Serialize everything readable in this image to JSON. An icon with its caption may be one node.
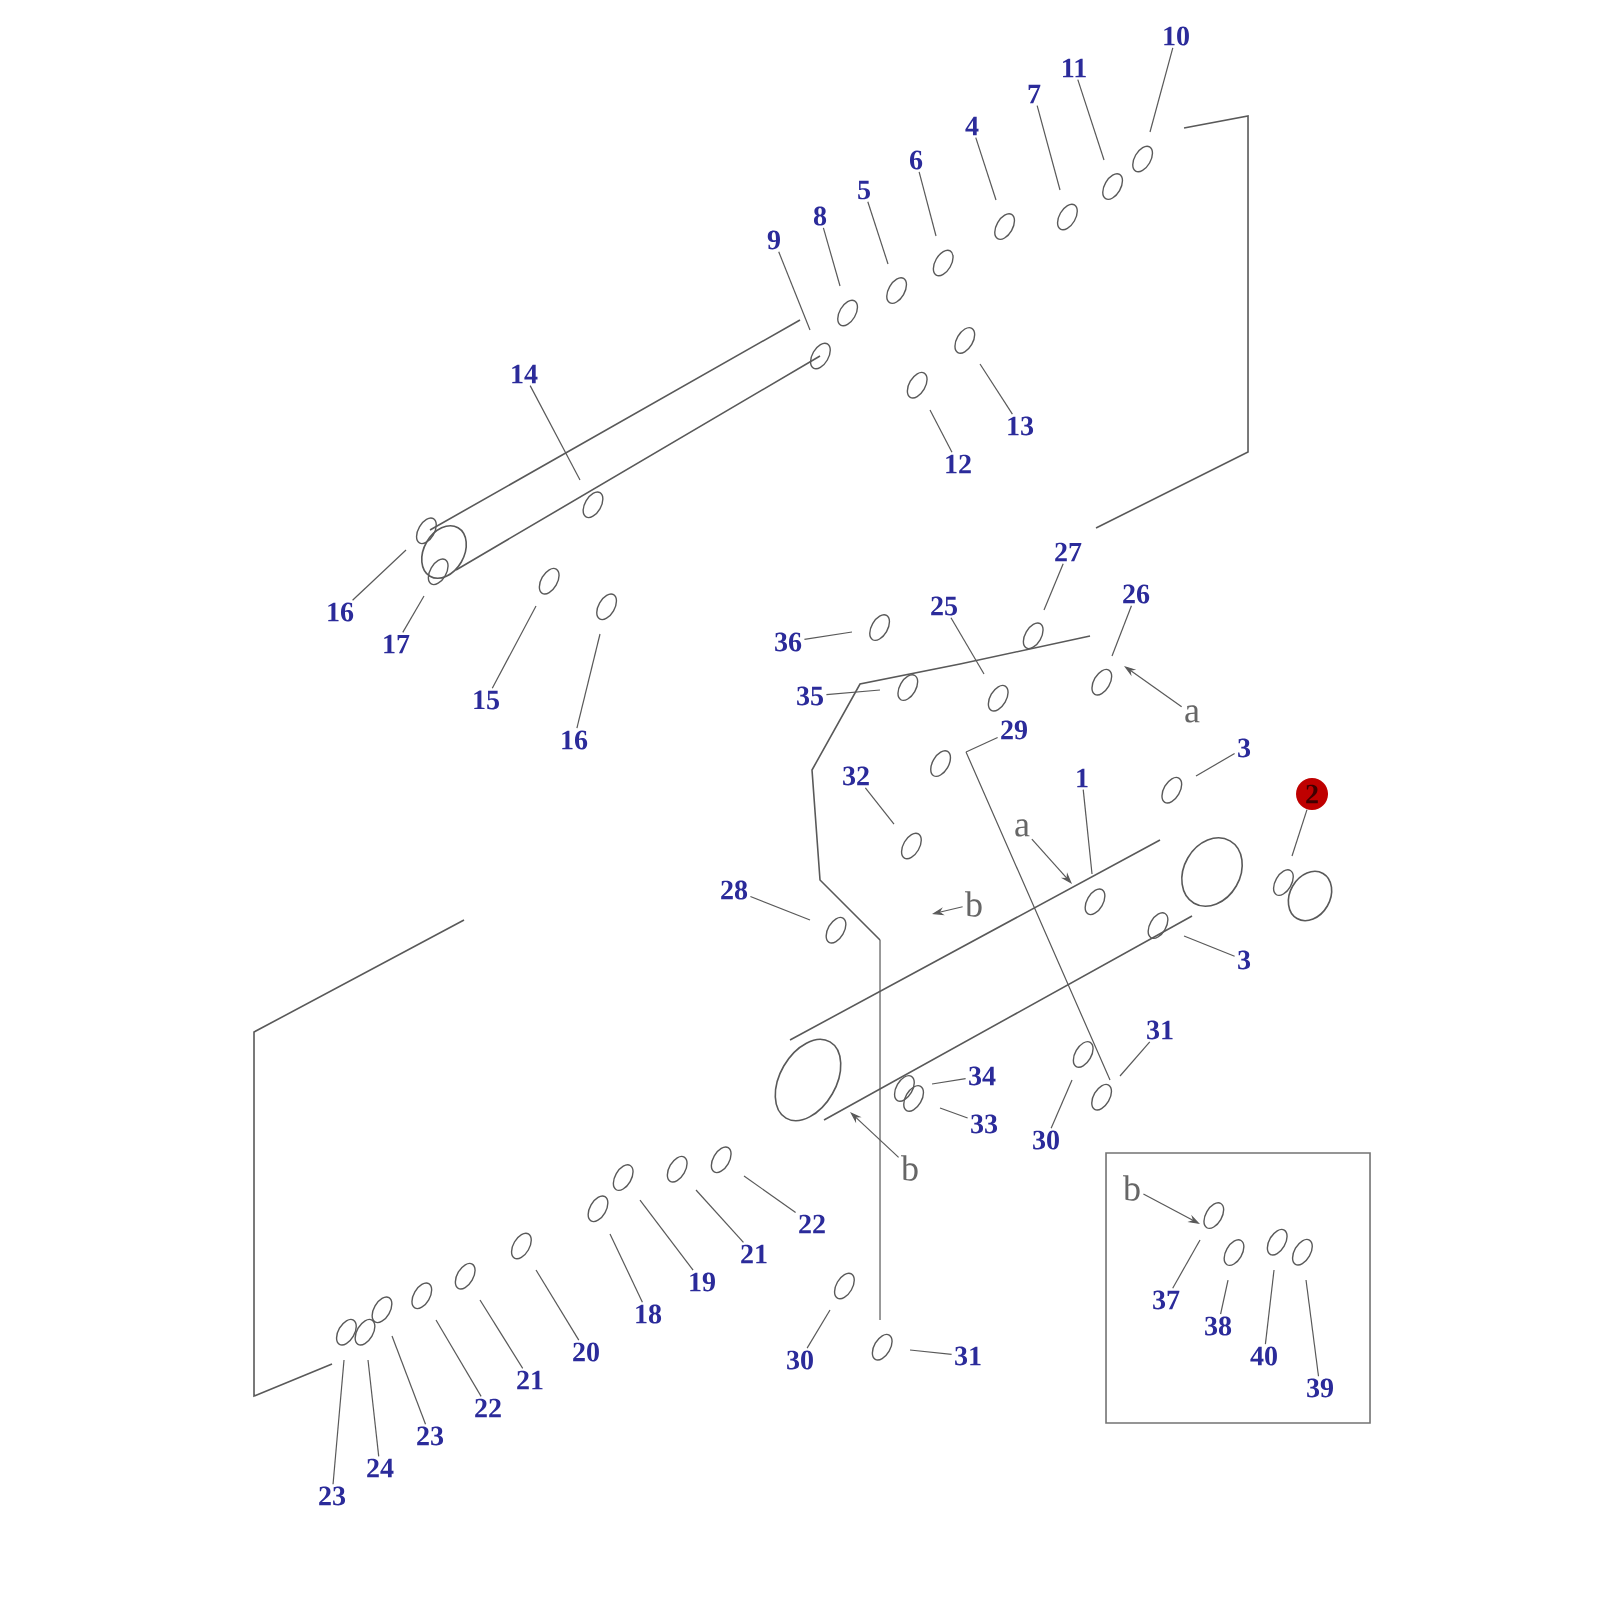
{
  "diagram": {
    "nodes": [
      {
        "text": [
          "10"
        ]
      },
      {
        "text": [
          "11"
        ]
      },
      {
        "text": [
          "7"
        ]
      },
      {
        "text": [
          "4"
        ]
      },
      {
        "text": [
          "6"
        ]
      },
      {
        "text": [
          "5"
        ]
      },
      {
        "text": [
          "8"
        ]
      },
      {
        "text": [
          "9"
        ]
      },
      {
        "text": [
          "14"
        ]
      },
      {
        "text": [
          "13"
        ]
      },
      {
        "text": [
          "12"
        ]
      },
      {
        "text": [
          "16"
        ]
      },
      {
        "text": [
          "17"
        ]
      },
      {
        "text": [
          "15"
        ]
      },
      {
        "text": [
          "16"
        ]
      },
      {
        "text": [
          "27"
        ]
      },
      {
        "text": [
          "26"
        ]
      },
      {
        "text": [
          "25"
        ]
      },
      {
        "text": [
          "36"
        ]
      },
      {
        "text": [
          "35"
        ]
      },
      {
        "text": [
          "a"
        ]
      },
      {
        "text": [
          "29"
        ]
      },
      {
        "text": [
          "32"
        ]
      },
      {
        "text": [
          "1"
        ]
      },
      {
        "text": [
          "3"
        ]
      },
      {
        "text": [
          "2"
        ]
      },
      {
        "text": [
          "a"
        ]
      },
      {
        "text": [
          "28"
        ]
      },
      {
        "text": [
          "b"
        ]
      },
      {
        "text": [
          "3"
        ]
      },
      {
        "text": [
          "31"
        ]
      },
      {
        "text": [
          "34"
        ]
      },
      {
        "text": [
          "33"
        ]
      },
      {
        "text": [
          "b"
        ]
      },
      {
        "text": [
          "30"
        ]
      },
      {
        "text": [
          "22"
        ]
      },
      {
        "text": [
          "21"
        ]
      },
      {
        "text": [
          "19"
        ]
      },
      {
        "text": [
          "18"
        ]
      },
      {
        "text": [
          "20"
        ]
      },
      {
        "text": [
          "30"
        ]
      },
      {
        "text": [
          "31"
        ]
      },
      {
        "text": [
          "21"
        ]
      },
      {
        "text": [
          "22"
        ]
      },
      {
        "text": [
          "23"
        ]
      },
      {
        "text": [
          "24"
        ]
      },
      {
        "text": [
          "23"
        ]
      },
      {
        "text": [],
        "shape": "box"
      },
      {
        "text": [
          "b"
        ],
        "in": 47
      },
      {
        "text": [
          "37"
        ],
        "in": 47
      },
      {
        "text": [
          "38"
        ],
        "in": 47
      },
      {
        "text": [
          "40"
        ],
        "in": 47
      },
      {
        "text": [
          "39"
        ],
        "in": 47
      }
    ],
    "edges": [
      {
        "from": 0,
        "to": null,
        "arrow": "none"
      },
      {
        "from": 1,
        "to": null,
        "arrow": "none"
      },
      {
        "from": 2,
        "to": null,
        "arrow": "none"
      },
      {
        "from": 3,
        "to": null,
        "arrow": "none"
      },
      {
        "from": 4,
        "to": null,
        "arrow": "none"
      },
      {
        "from": 5,
        "to": null,
        "arrow": "none"
      },
      {
        "from": 6,
        "to": null,
        "arrow": "none"
      },
      {
        "from": 7,
        "to": null,
        "arrow": "none"
      },
      {
        "from": 8,
        "to": null,
        "arrow": "none"
      },
      {
        "from": 9,
        "to": null,
        "arrow": "none"
      },
      {
        "from": 10,
        "to": null,
        "arrow": "none"
      },
      {
        "from": 11,
        "to": null,
        "arrow": "none"
      },
      {
        "from": 12,
        "to": null,
        "arrow": "none"
      },
      {
        "from": 13,
        "to": null,
        "arrow": "none"
      },
      {
        "from": 14,
        "to": null,
        "arrow": "none"
      },
      {
        "from": 15,
        "to": null,
        "arrow": "none"
      },
      {
        "from": 16,
        "to": null,
        "arrow": "none"
      },
      {
        "from": 17,
        "to": null,
        "arrow": "none"
      },
      {
        "from": 18,
        "to": null,
        "arrow": "none"
      },
      {
        "from": 19,
        "to": null,
        "arrow": "none"
      },
      {
        "from": 20,
        "to": null,
        "arrow": "to"
      },
      {
        "from": 21,
        "to": null,
        "arrow": "none"
      },
      {
        "from": 22,
        "to": null,
        "arrow": "none"
      },
      {
        "from": 23,
        "to": null,
        "arrow": "none"
      },
      {
        "from": 24,
        "to": null,
        "arrow": "none"
      },
      {
        "from": 25,
        "to": null,
        "arrow": "none"
      },
      {
        "from": 26,
        "to": null,
        "arrow": "to"
      },
      {
        "from": 27,
        "to": null,
        "arrow": "none"
      },
      {
        "from": 28,
        "to": null,
        "arrow": "to"
      },
      {
        "from": 29,
        "to": null,
        "arrow": "none"
      },
      {
        "from": 30,
        "to": null,
        "arrow": "none"
      },
      {
        "from": 31,
        "to": null,
        "arrow": "none"
      },
      {
        "from": 32,
        "to": null,
        "arrow": "none"
      },
      {
        "from": 33,
        "to": null,
        "arrow": "to"
      },
      {
        "from": 34,
        "to": null,
        "arrow": "none"
      },
      {
        "from": 35,
        "to": null,
        "arrow": "none"
      },
      {
        "from": 36,
        "to": null,
        "arrow": "none"
      },
      {
        "from": 37,
        "to": null,
        "arrow": "none"
      },
      {
        "from": 38,
        "to": null,
        "arrow": "none"
      },
      {
        "from": 39,
        "to": null,
        "arrow": "none"
      },
      {
        "from": 40,
        "to": null,
        "arrow": "none"
      },
      {
        "from": 41,
        "to": null,
        "arrow": "none"
      },
      {
        "from": 42,
        "to": null,
        "arrow": "none"
      },
      {
        "from": 43,
        "to": null,
        "arrow": "none"
      },
      {
        "from": 44,
        "to": null,
        "arrow": "none"
      },
      {
        "from": 45,
        "to": null,
        "arrow": "none"
      },
      {
        "from": 46,
        "to": null,
        "arrow": "none"
      },
      {
        "from": 48,
        "to": null,
        "arrow": "to"
      },
      {
        "from": 49,
        "to": null,
        "arrow": "none"
      },
      {
        "from": 50,
        "to": null,
        "arrow": "none"
      },
      {
        "from": 51,
        "to": null,
        "arrow": "none"
      },
      {
        "from": 52,
        "to": null,
        "arrow": "none"
      }
    ]
  }
}
